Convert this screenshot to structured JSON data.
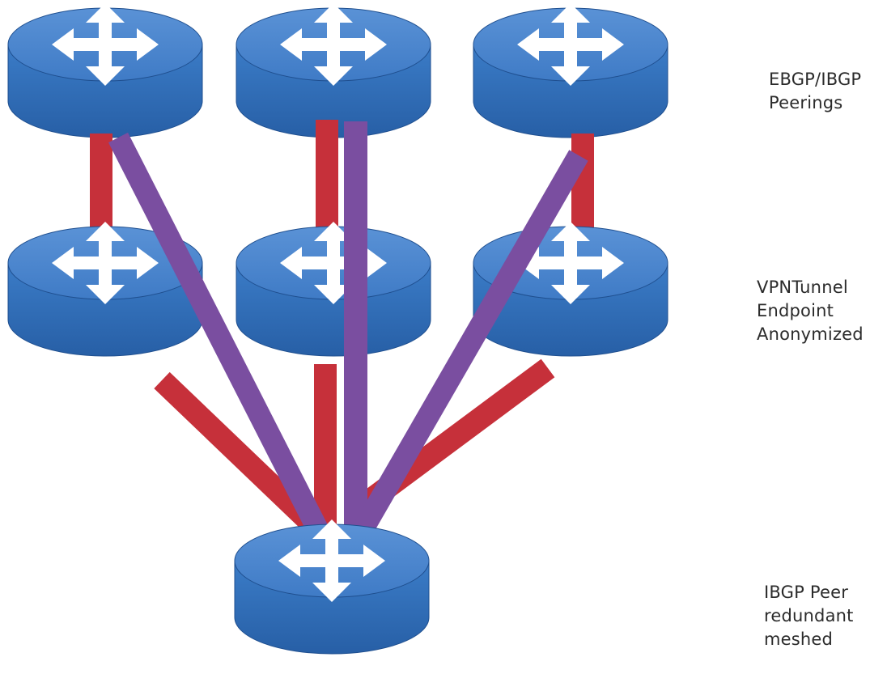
{
  "labels": {
    "row1": {
      "line1": "EBGP/IBGP",
      "line2": "Peerings"
    },
    "row2": {
      "line1": "VPNTunnel",
      "line2": "Endpoint",
      "line3": "Anonymized"
    },
    "row3": {
      "line1": "IBGP Peer",
      "line2": "redundant",
      "line3": "meshed"
    }
  },
  "colors": {
    "router_body": "#2f6db8",
    "router_top": "#4b86cc",
    "router_edge": "#1f4f8f",
    "arrow": "#ffffff",
    "red_link": "#c6303a",
    "purple_link": "#7a4ea0"
  },
  "icons": {
    "router": "router-icon",
    "arrows": "four-way-arrow-icon"
  }
}
